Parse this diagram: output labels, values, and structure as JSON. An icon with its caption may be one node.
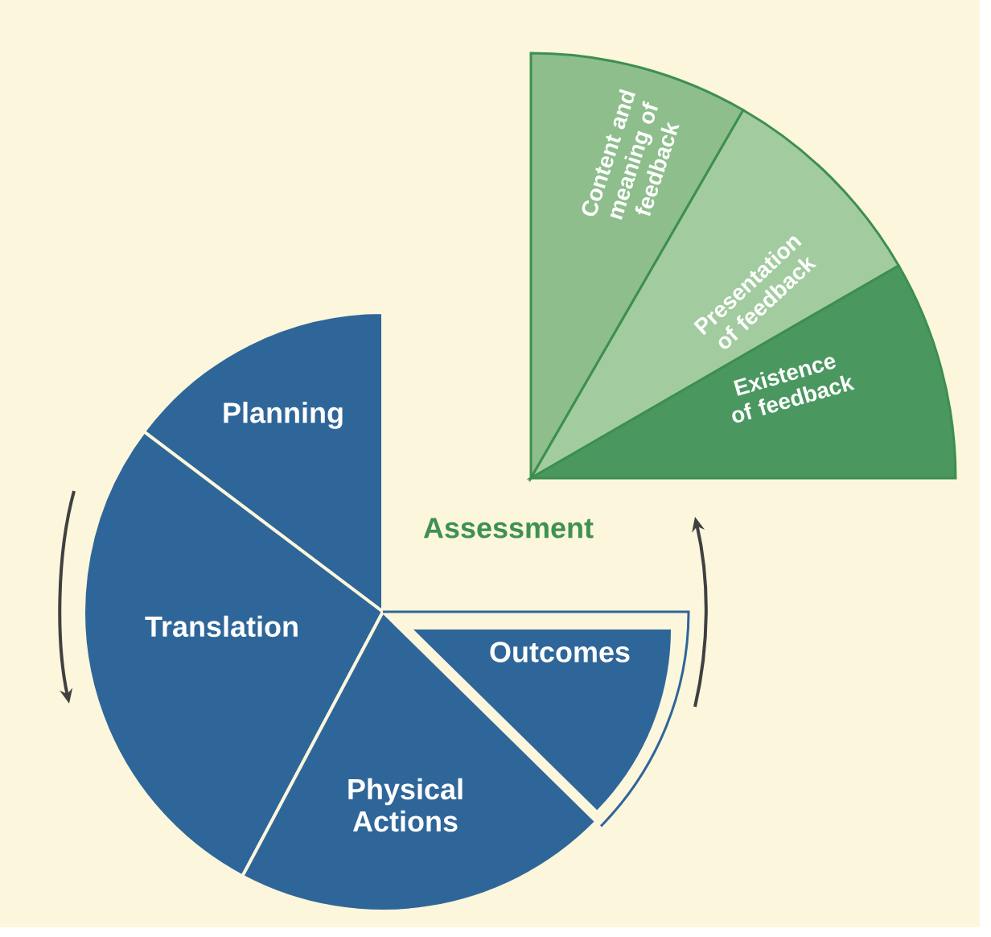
{
  "diagram": {
    "nodes": [
      {
        "text": [
          "Planning"
        ]
      },
      {
        "text": [
          "Translation"
        ]
      },
      {
        "text": [
          "Physical Actions"
        ]
      },
      {
        "text": [
          "Outcomes"
        ]
      },
      {
        "text": [
          "Content and meaning of feedback"
        ]
      },
      {
        "text": [
          "Presentation of feedback"
        ]
      },
      {
        "text": [
          "Existence of feedback"
        ]
      }
    ],
    "labels": [
      "Assessment"
    ]
  }
}
